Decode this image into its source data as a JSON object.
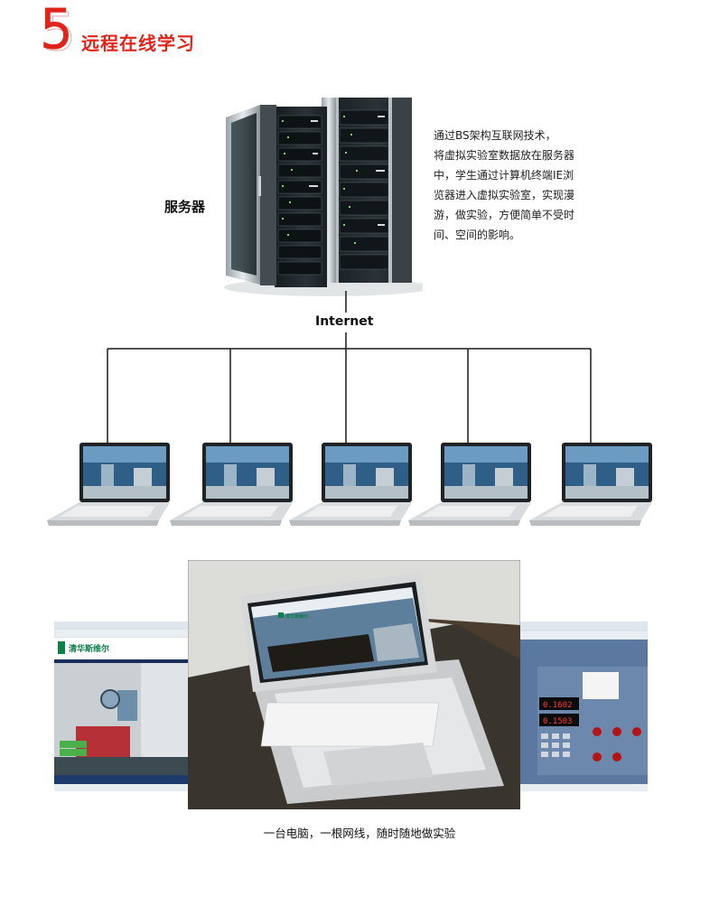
{
  "header": {
    "section_number": "5",
    "section_title": "远程在线学习"
  },
  "server": {
    "label": "服务器"
  },
  "description": {
    "lines": [
      "通过BS架构互联网技术，",
      "将虚拟实验室数据放在服务器",
      "中，学生通过计算机终端IE浏",
      "览器进入虚拟实验室，实现漫",
      "游，做实验，方便简单不受时",
      "间、空间的影响。"
    ]
  },
  "network": {
    "label": "Internet",
    "client_count": 5
  },
  "photos": {
    "left_logo_text": "清华斯维尔",
    "center_logo_text": "清华斯维尔",
    "right_display_1": "0.1602",
    "right_display_2": "0.1503"
  },
  "caption": "一台电脑，一根网线，随时随地做实验",
  "colors": {
    "accent": "#e2231a",
    "line": "#1a1a1a"
  }
}
